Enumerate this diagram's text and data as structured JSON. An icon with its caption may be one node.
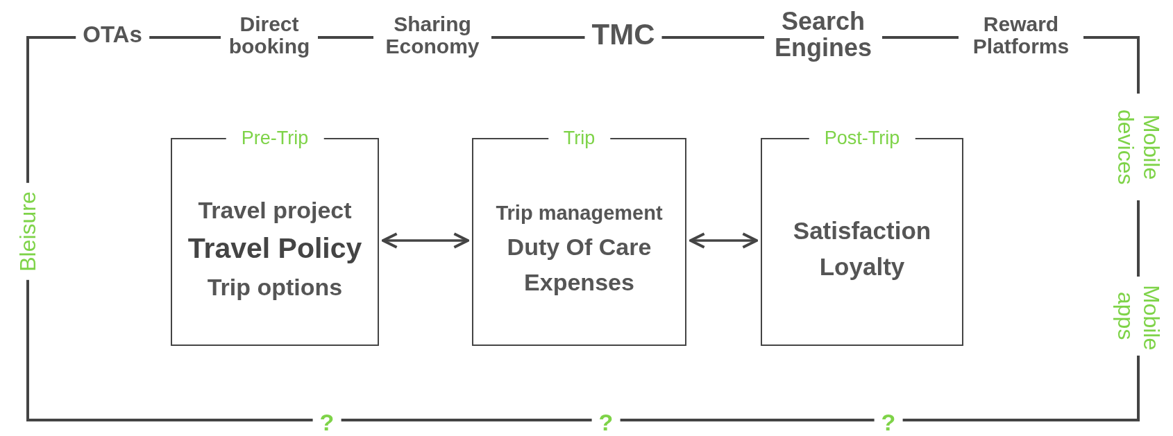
{
  "diagram": {
    "nodes": [
      {
        "text": [
          "Pre-Trip",
          "Travel project",
          "Travel Policy",
          "Trip options"
        ]
      },
      {
        "text": [
          "Trip",
          "Trip management",
          "Duty Of Care",
          "Expenses"
        ]
      },
      {
        "text": [
          "Post-Trip",
          "Satisfaction",
          "Loyalty"
        ]
      }
    ],
    "edges": [
      {
        "from": 0,
        "to": 1,
        "arrow": "both"
      },
      {
        "from": 1,
        "to": 2,
        "arrow": "both"
      }
    ],
    "labels": [
      "OTAs",
      "Direct booking",
      "Sharing Economy",
      "TMC",
      "Search Engines",
      "Reward Platforms",
      "Bleisure",
      "Mobile devices",
      "Mobile apps",
      "?",
      "?",
      "?"
    ]
  }
}
